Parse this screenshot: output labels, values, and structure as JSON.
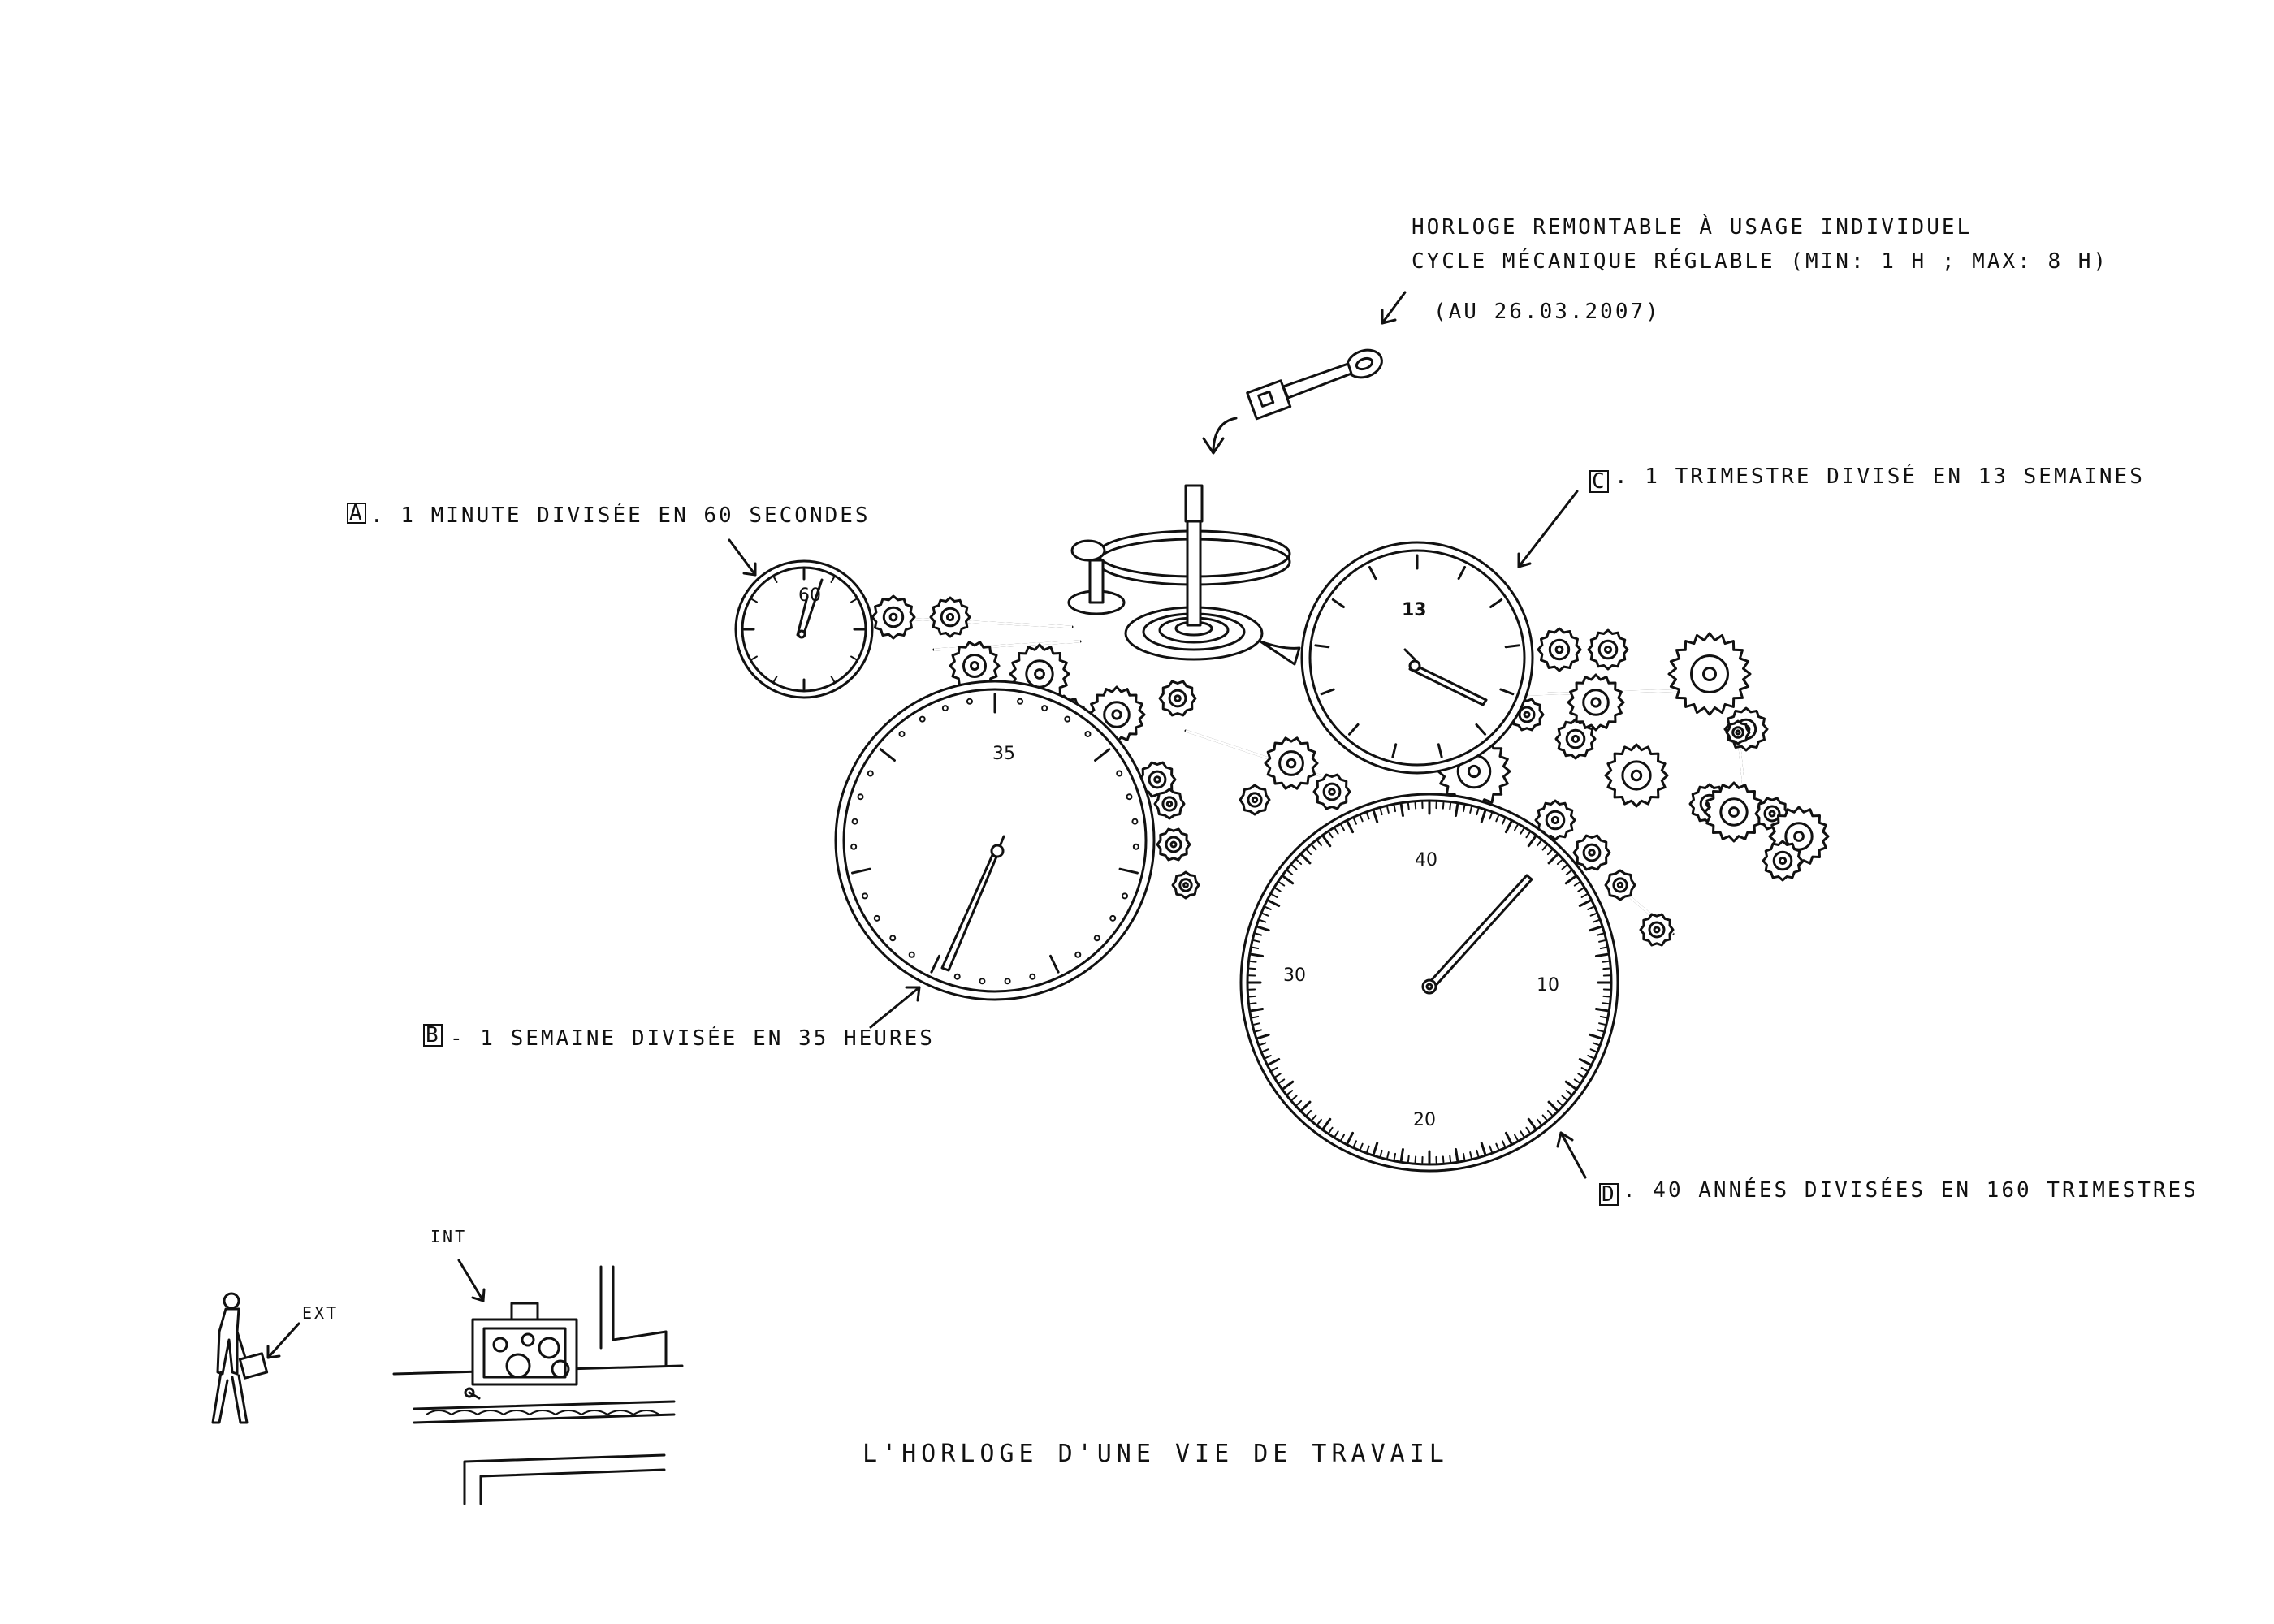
{
  "header": {
    "line1": "HORLOGE REMONTABLE À USAGE INDIVIDUEL",
    "line2": "CYCLE MÉCANIQUE RÉGLABLE (MIN: 1 H ; MAX: 8 H)",
    "line3": "(AU 26.03.2007)"
  },
  "labels": {
    "a": {
      "letter": "A",
      "text": ". 1 MINUTE DIVISÉE EN 60 SECONDES"
    },
    "b": {
      "letter": "B",
      "text": "- 1 SEMAINE DIVISÉE EN 35 HEURES"
    },
    "c": {
      "letter": "C",
      "text": ". 1 TRIMESTRE DIVISÉ EN 13 SEMAINES"
    },
    "d": {
      "letter": "D",
      "text": ". 40 ANNÉES DIVISÉES EN 160 TRIMESTRES"
    }
  },
  "dials": {
    "a": {
      "number": "60"
    },
    "b": {
      "number": "35"
    },
    "c": {
      "number": "13"
    },
    "d": {
      "n40": "40",
      "n10": "10",
      "n20": "20",
      "n30": "30"
    }
  },
  "footer": {
    "int_label": "INT",
    "ext_label": "EXT",
    "title": "L'HORLOGE D'UNE VIE DE TRAVAIL"
  }
}
